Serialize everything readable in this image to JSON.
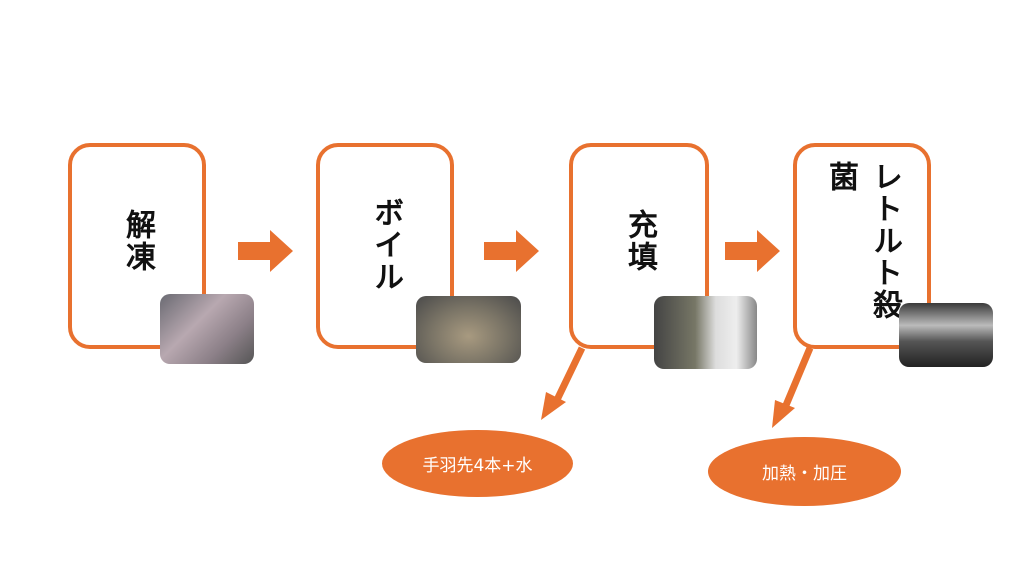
{
  "steps": [
    {
      "label": "解凍",
      "photo": "thawing-photo"
    },
    {
      "label": "ボイル",
      "photo": "boiling-photo"
    },
    {
      "label": "充填",
      "photo": "filling-photo"
    },
    {
      "label": "レトルト殺菌",
      "photo": "retort-photo"
    }
  ],
  "notes": {
    "filling": "手羽先4本+水",
    "retort": "加熱・加圧"
  },
  "colors": {
    "accent": "#E8712F"
  }
}
